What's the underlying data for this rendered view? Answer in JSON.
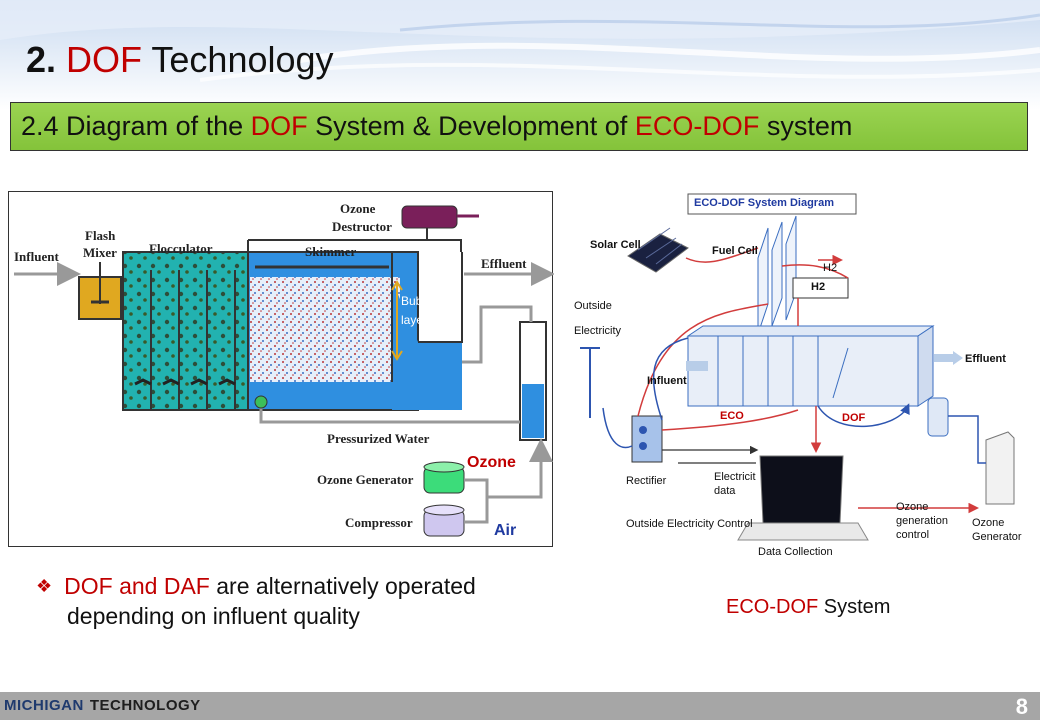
{
  "slide": {
    "title_num": "2.",
    "title_red": "DOF",
    "title_rest": "Technology",
    "subtitle_pre": "2.4  Diagram of the",
    "subtitle_red1": "DOF",
    "subtitle_mid": "System  & Development of",
    "subtitle_red2": "ECO-DOF",
    "subtitle_post": "system",
    "bullet_red": "DOF and DAF",
    "bullet_rest1": "are alternatively operated",
    "bullet_line2": "depending on influent quality",
    "caption_red": "ECO-DOF",
    "caption_rest": "System",
    "page_number": "8"
  },
  "footer": {
    "logo_main": "MICHIGAN",
    "logo_tech": "TECHNOLOGY"
  },
  "dof_diagram": {
    "influent": "Influent",
    "flash_mixer_1": "Flash",
    "flash_mixer_2": "Mixer",
    "flocculator": "Flocculator",
    "ozone_destructor_1": "Ozone",
    "ozone_destructor_2": "Destructor",
    "skimmer": "Skimmer",
    "effluent": "Effluent",
    "bubble_layer_1": "Bubble",
    "bubble_layer_2": "layer",
    "pressurized_water": "Pressurized Water",
    "ozone_generator": "Ozone Generator",
    "compressor": "Compressor",
    "ozone": "Ozone",
    "air": "Air"
  },
  "eco_diagram": {
    "title": "ECO-DOF System Diagram",
    "solar_cell": "Solar Cell",
    "fuel_cell": "Fuel Cell",
    "h2_top": "H2",
    "h2_box": "H2",
    "outside": "Outside",
    "electricity": "Electricity",
    "influent": "Influent",
    "effluent": "Effluent",
    "eco": "ECO",
    "dof": "DOF",
    "rectifier": "Rectifier",
    "electricit_data_1": "Electricit",
    "electricit_data_2": "data",
    "outside_electricity_control": "Outside Electricity Control",
    "data_collection": "Data Collection",
    "ozone_gen_control_1": "Ozone",
    "ozone_gen_control_2": "generation",
    "ozone_gen_control_3": "control",
    "ozone_generator_1": "Ozone",
    "ozone_generator_2": "Generator"
  },
  "colors": {
    "accent_red": "#c00000",
    "subtitle_green": "#92d050",
    "tank_blue": "#2f8fe0",
    "flocculator_teal": "#1fb5b5",
    "footer_gray": "#a6a6a6"
  }
}
